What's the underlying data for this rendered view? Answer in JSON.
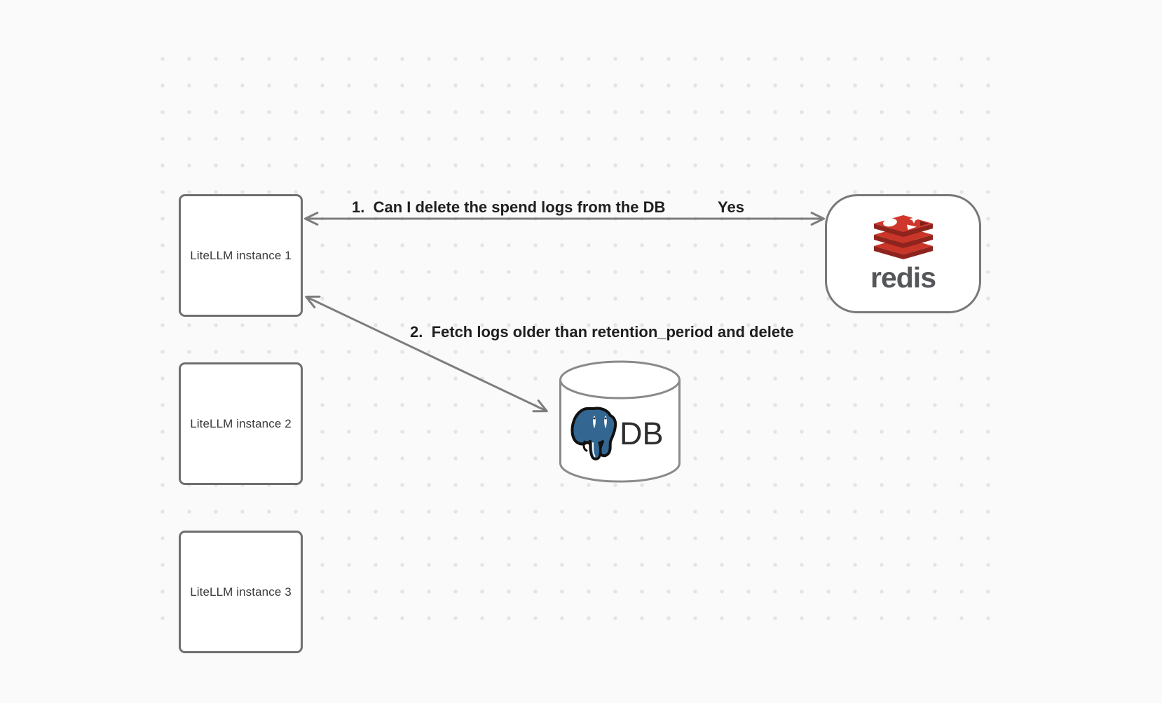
{
  "diagram": {
    "nodes": {
      "instance1": {
        "label": "LiteLLM instance 1"
      },
      "instance2": {
        "label": "LiteLLM instance 2"
      },
      "instance3": {
        "label": "LiteLLM instance 3"
      },
      "redis": {
        "wordmark": "redis",
        "icon": "redis-stack-icon"
      },
      "db": {
        "label": "DB",
        "icon": "postgresql-elephant-icon"
      }
    },
    "edges": {
      "edge1": {
        "label": "1.  Can I delete the spend logs from the DB",
        "response": "Yes",
        "from": "instance1",
        "to": "redis",
        "style": "double-headed"
      },
      "edge2": {
        "label": "2.  Fetch logs older than retention_period and delete",
        "from": "instance1",
        "to": "db",
        "style": "double-headed"
      }
    },
    "colors": {
      "background": "#fafafa",
      "grid_dot": "#e4e4e4",
      "shape_border": "#6f6f6f",
      "arrow": "#7d7d7d",
      "edge_label_text": "#1f1f1f",
      "node_text": "#3a3a3a",
      "redis_red": "#c93528",
      "redis_dark_red": "#8e241d",
      "redis_wordmark_gray": "#545659",
      "postgres_blue": "#336791"
    }
  }
}
